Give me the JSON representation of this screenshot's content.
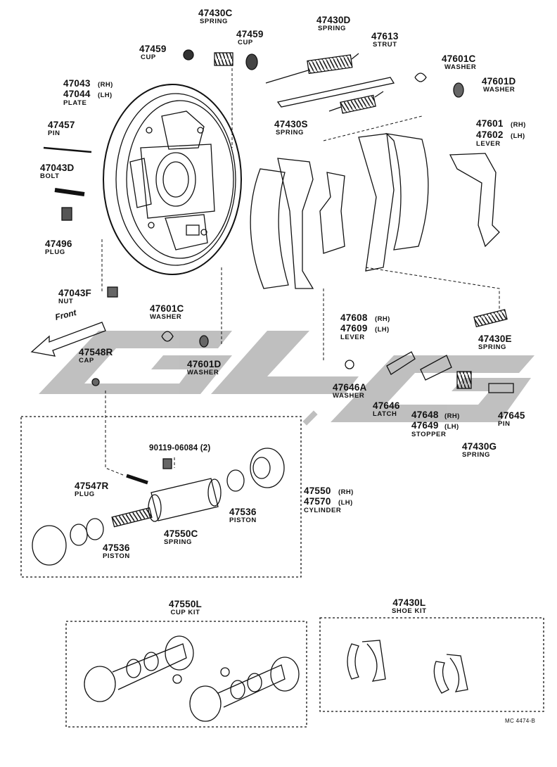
{
  "watermark": "GLG",
  "front_label": "Front",
  "drawing_code": "MC 4474-B",
  "parts": {
    "p47430C": {
      "num": "47430C",
      "name": "SPRING"
    },
    "p47459a": {
      "num": "47459",
      "name": "CUP"
    },
    "p47459b": {
      "num": "47459",
      "name": "CUP"
    },
    "p47430D": {
      "num": "47430D",
      "name": "SPRING"
    },
    "p47613": {
      "num": "47613",
      "name": "STRUT"
    },
    "p47601C_top": {
      "num": "47601C",
      "name": "WASHER"
    },
    "p47601D_top": {
      "num": "47601D",
      "name": "WASHER"
    },
    "p47043": {
      "num": "47043",
      "side": "(RH)"
    },
    "p47044": {
      "num": "47044",
      "side": "(LH)",
      "name": "PLATE"
    },
    "p47430S": {
      "num": "47430S",
      "name": "SPRING"
    },
    "p47457": {
      "num": "47457",
      "name": "PIN"
    },
    "p47601": {
      "num": "47601",
      "side": "(RH)"
    },
    "p47602": {
      "num": "47602",
      "side": "(LH)",
      "name": "LEVER"
    },
    "p47043D": {
      "num": "47043D",
      "name": "BOLT"
    },
    "p47496": {
      "num": "47496",
      "name": "PLUG"
    },
    "p47043F": {
      "num": "47043F",
      "name": "NUT"
    },
    "p47601C_mid": {
      "num": "47601C",
      "name": "WASHER"
    },
    "p47608": {
      "num": "47608",
      "side": "(RH)"
    },
    "p47609": {
      "num": "47609",
      "side": "(LH)",
      "name": "LEVER"
    },
    "p47430E": {
      "num": "47430E",
      "name": "SPRING"
    },
    "p47548R": {
      "num": "47548R",
      "name": "CAP"
    },
    "p47601D_mid": {
      "num": "47601D",
      "name": "WASHER"
    },
    "p47646A": {
      "num": "47646A",
      "name": "WASHER"
    },
    "p47646": {
      "num": "47646",
      "name": "LATCH"
    },
    "p47648": {
      "num": "47648",
      "side": "(RH)"
    },
    "p47649": {
      "num": "47649",
      "side": "(LH)",
      "name": "STOPPER"
    },
    "p47645": {
      "num": "47645",
      "name": "PIN"
    },
    "p47430G": {
      "num": "47430G",
      "name": "SPRING"
    },
    "p90119": {
      "num": "90119-06084 (2)"
    },
    "p47550": {
      "num": "47550",
      "side": "(RH)"
    },
    "p47570": {
      "num": "47570",
      "side": "(LH)",
      "name": "CYLINDER"
    },
    "p47547R": {
      "num": "47547R",
      "name": "PLUG"
    },
    "p47536a": {
      "num": "47536",
      "name": "PISTON"
    },
    "p47550C": {
      "num": "47550C",
      "name": "SPRING"
    },
    "p47536b": {
      "num": "47536",
      "name": "PISTON"
    },
    "p47550L": {
      "num": "47550L",
      "name": "CUP KIT"
    },
    "p47430L": {
      "num": "47430L",
      "name": "SHOE KIT"
    }
  }
}
